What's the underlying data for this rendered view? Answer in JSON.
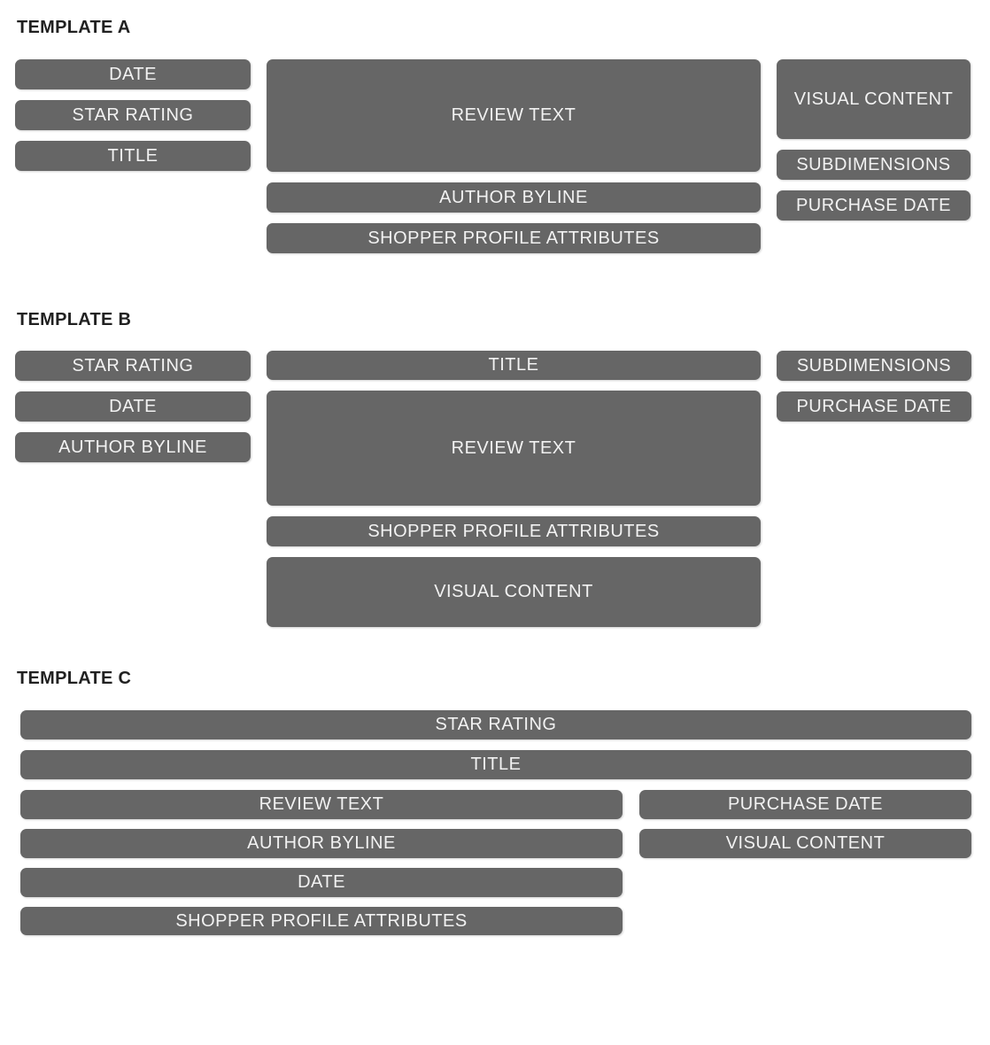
{
  "colors": {
    "box_fill": "#666666",
    "box_text": "#f2f2f2",
    "heading_text": "#212121",
    "background": "#ffffff"
  },
  "templates": [
    {
      "title": "TEMPLATE A",
      "left": [
        "DATE",
        "STAR RATING",
        "TITLE"
      ],
      "middle": [
        "REVIEW TEXT",
        "AUTHOR BYLINE",
        "SHOPPER PROFILE ATTRIBUTES"
      ],
      "right": [
        "VISUAL CONTENT",
        "SUBDIMENSIONS",
        "PURCHASE DATE"
      ]
    },
    {
      "title": "TEMPLATE B",
      "left": [
        "STAR RATING",
        "DATE",
        "AUTHOR BYLINE"
      ],
      "middle": [
        "TITLE",
        "REVIEW TEXT",
        "SHOPPER PROFILE ATTRIBUTES",
        "VISUAL CONTENT"
      ],
      "right": [
        "SUBDIMENSIONS",
        "PURCHASE DATE"
      ]
    },
    {
      "title": "TEMPLATE C",
      "full_width": [
        "STAR RATING",
        "TITLE"
      ],
      "left": [
        "REVIEW TEXT",
        "AUTHOR BYLINE",
        "DATE",
        "SHOPPER PROFILE ATTRIBUTES"
      ],
      "right": [
        "PURCHASE DATE",
        "VISUAL CONTENT"
      ]
    }
  ]
}
